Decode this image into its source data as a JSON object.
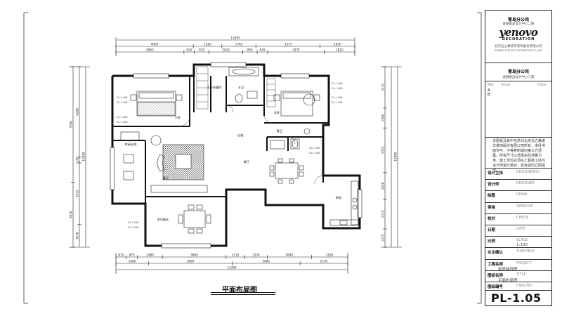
{
  "plan": {
    "title": "平面布局图",
    "top_dims": {
      "total": "13505",
      "row1": [
        "4065",
        "1500",
        "1785",
        "3375",
        "1820"
      ],
      "row2": [
        "4065",
        "625",
        "870",
        "2020",
        "855",
        "635",
        "3375",
        "1820"
      ]
    },
    "bottom_dims": {
      "row1": [
        "615",
        "675",
        "1480",
        "3800",
        "1115",
        "1335",
        "2640",
        "2165"
      ],
      "row2": [
        "1480",
        "3800",
        "3085",
        "2165"
      ],
      "total": "13365"
    },
    "left_dims": [
      "5390",
      "3030",
      "4280",
      "270",
      "2915",
      "1070",
      "12890"
    ],
    "right_dims": [
      "3115",
      "1500",
      "3370",
      "2020",
      "2225",
      "1375",
      "12890"
    ],
    "rooms": {
      "master_bedroom": "主卧",
      "master_closet": "主卧衣帽间",
      "bath": "主卫",
      "guest_bedroom": "次卧",
      "corridor": "过道",
      "public_bath": "客卫",
      "study": "休闲区域",
      "living": "客厅",
      "dining": "餐厅",
      "kitchen": "厨房",
      "balcony": "多功能区"
    }
  },
  "title_block": {
    "company": "青岛分公司",
    "subcompany": "金融街品设计中心二部",
    "logo": "yenovo",
    "logo_sub": "DECORATION",
    "company_full": "北京业之峰诺华装饰股份有限公司",
    "company_eng": "BEIJING YENOVO DECORATION CO.,LTD",
    "company2": "青岛分公司",
    "sub2": "金融街品设计中心二部",
    "revision": {
      "no_label": "NO.",
      "issue": "Issue",
      "date": "Date",
      "marks": [
        "A",
        "B"
      ]
    },
    "note": "本图纸及其中信息归北京业之峰诺华装饰股份有限公司所有，未经书面许可，不得复制或向第三方透露。所有尺寸以现场实际测量为准，施工单位必须在工程施工前与设计师进行核对，如有疑问立即提出。",
    "fields": [
      {
        "cn": "设计主持",
        "en": "DESIGNERHO",
        "value": ""
      },
      {
        "cn": "设计师",
        "en": "DESIGNER",
        "value": ""
      },
      {
        "cn": "绘图",
        "en": "DRAW",
        "value": ""
      },
      {
        "cn": "审核",
        "en": "APPROVE",
        "value": ""
      },
      {
        "cn": "校对",
        "en": "CHECK",
        "value": ""
      },
      {
        "cn": "日期",
        "en": "DATE",
        "value": ""
      },
      {
        "cn": "比例",
        "en": "SCALE",
        "value": "1:100"
      },
      {
        "cn": "业主确认",
        "en": "TUENTELE",
        "value": ""
      },
      {
        "cn": "工程名称",
        "en": "PROJECT",
        "value": "家居装饰图"
      },
      {
        "cn": "图纸名称",
        "en": "TITLE",
        "value": "平面布局图"
      },
      {
        "cn": "图纸编号",
        "en": "DWG.NO",
        "value": ""
      }
    ],
    "drawing_number": "PL-1.05"
  }
}
